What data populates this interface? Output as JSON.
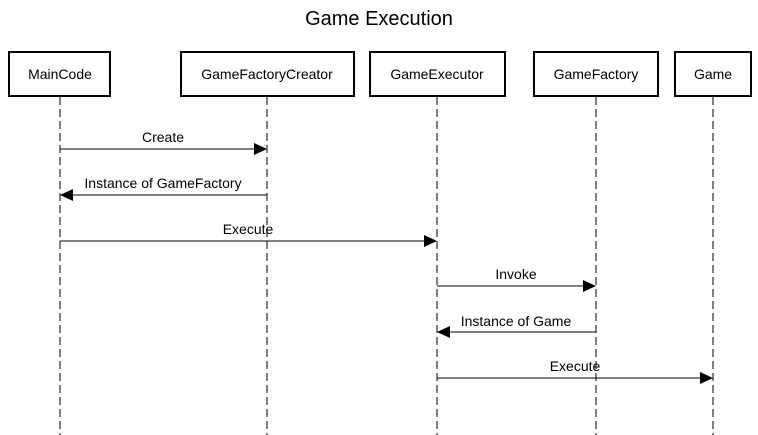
{
  "diagram": {
    "title": "Game Execution",
    "participants": [
      {
        "id": "p0",
        "label": "MainCode"
      },
      {
        "id": "p1",
        "label": "GameFactoryCreator"
      },
      {
        "id": "p2",
        "label": "GameExecutor"
      },
      {
        "id": "p3",
        "label": "GameFactory"
      },
      {
        "id": "p4",
        "label": "Game"
      }
    ],
    "messages": [
      {
        "from": 0,
        "to": 1,
        "label": "Create"
      },
      {
        "from": 1,
        "to": 0,
        "label": "Instance of GameFactory"
      },
      {
        "from": 0,
        "to": 2,
        "label": "Execute"
      },
      {
        "from": 2,
        "to": 3,
        "label": "Invoke"
      },
      {
        "from": 3,
        "to": 2,
        "label": "Instance of Game"
      },
      {
        "from": 2,
        "to": 4,
        "label": "Execute"
      }
    ]
  }
}
